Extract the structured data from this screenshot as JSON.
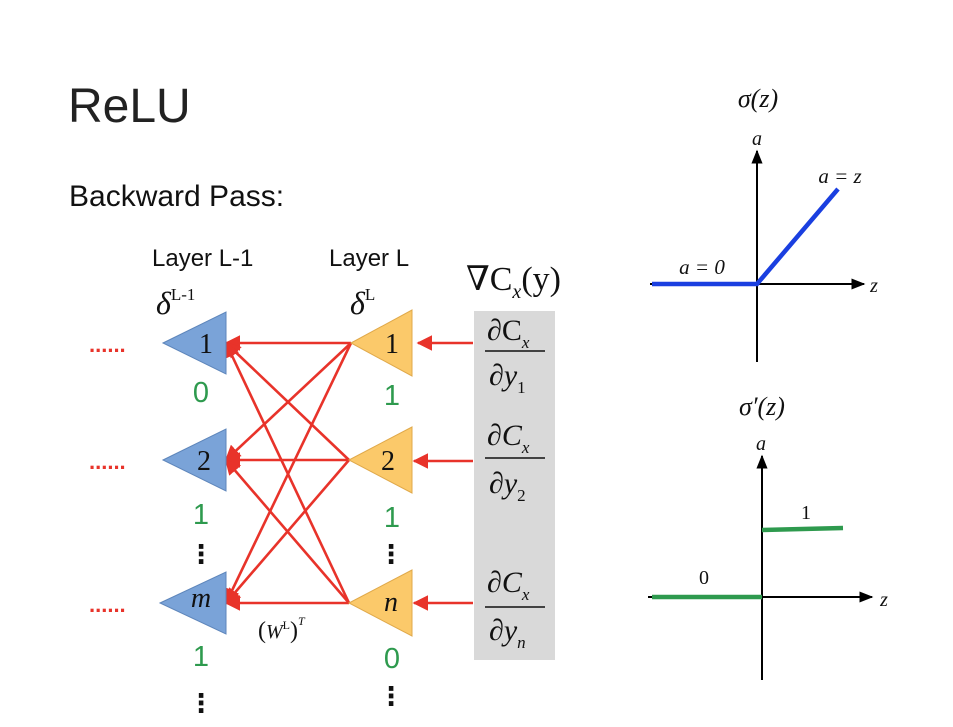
{
  "slide": {
    "title": "ReLU",
    "subtitle": "Backward Pass:"
  },
  "network": {
    "layer_prev_label": "Layer L-1",
    "layer_curr_label": "Layer L",
    "delta_symbol": "δ",
    "delta_prev_sup": "L-1",
    "delta_curr_sup": "L",
    "gradient": {
      "nabla": "∇C",
      "sub": "x",
      "arg": "(y)"
    },
    "dots_text": "......",
    "vdots": "⋮",
    "weight_label": {
      "W": "W",
      "sup_L": "L",
      "sup_T": "T"
    },
    "prev_nodes": [
      {
        "label": "1",
        "italic": false,
        "derivative": "0"
      },
      {
        "label": "2",
        "italic": false,
        "derivative": "1"
      },
      {
        "label": "m",
        "italic": true,
        "derivative": "1"
      }
    ],
    "curr_nodes": [
      {
        "label": "1",
        "italic": false,
        "derivative": "1"
      },
      {
        "label": "2",
        "italic": false,
        "derivative": "1"
      },
      {
        "label": "n",
        "italic": true,
        "derivative": "0"
      }
    ],
    "partials": [
      {
        "num_d": "∂",
        "num_C": "C",
        "num_sub": "x",
        "den_d": "∂",
        "den_y": "y",
        "den_sub": "1"
      },
      {
        "num_d": "∂",
        "num_C": "C",
        "num_sub": "x",
        "den_d": "∂",
        "den_y": "y",
        "den_sub": "2"
      },
      {
        "num_d": "∂",
        "num_C": "C",
        "num_sub": "x",
        "den_d": "∂",
        "den_y": "y",
        "den_sub": "n"
      }
    ],
    "colors": {
      "prev_node": "#7aa3d8",
      "curr_node": "#fbc96a",
      "edge": "#e8332a",
      "derivative_text": "#2e9a4e",
      "partial_box": "#d9d9d9"
    }
  },
  "relu_plot": {
    "title": "σ(z)",
    "y_axis": "a",
    "x_axis": "z",
    "label_zero": "a = 0",
    "label_identity": "a = z",
    "color": "#1a3fe0"
  },
  "relu_deriv_plot": {
    "title": "σ′(z)",
    "y_axis": "a",
    "x_axis": "z",
    "label_low": "0",
    "label_high": "1",
    "color": "#2e9a4e"
  }
}
